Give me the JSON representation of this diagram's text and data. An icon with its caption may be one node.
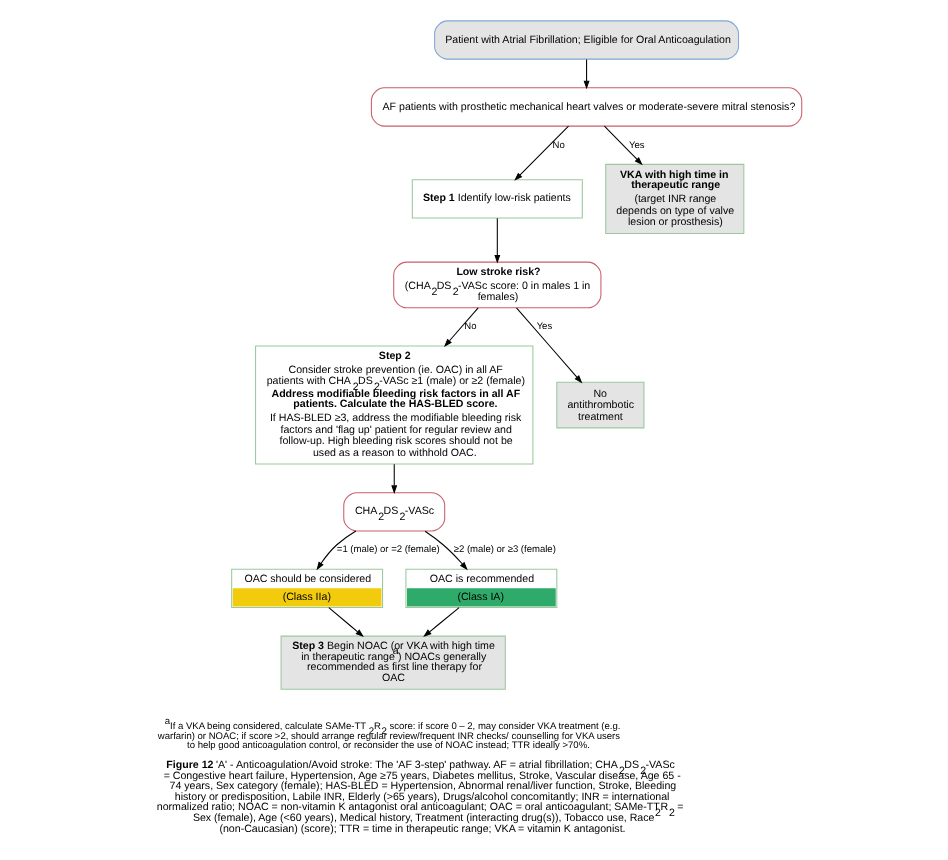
{
  "diagram": {
    "caption": "**Figure 12** 'A' - Anticoagulation/Avoid stroke: The 'AF 3-step' pathway. AF = atrial fibrillation; CHA$_{2}$DS$_{2}$-VASc = Congestive heart failure, Hypertension, Age ≥75 years, Diabetes mellitus, Stroke, Vascular disease, Age 65 - 74 years, Sex category (female); HAS-BLED = Hypertension, Abnormal renal/liver function, Stroke, Bleeding history or predisposition, Labile INR, Elderly (>65 years), Drugs/alcohol concomitantly; INR = international normalized ratio; NOAC = non-vitamin K antagonist oral anticoagulant; OAC = oral anticoagulant; SAMe-TT$_{2}$R$_{2}$ = Sex (female), Age (<60 years), Medical history, Treatment (interacting drug(s)), Tobacco use, Race (non-Caucasian) (score); TTR = time in therapeutic range; VKA = vitamin K antagonist.",
    "nodes": [
      {
        "text": [
          "Patient with Atrial Fibrillation; Eligible for Oral Anticoagulation"
        ]
      },
      {
        "text": [
          "AF patients with prosthetic mechanical heart valves or moderate-severe mitral stenosis?"
        ]
      },
      {
        "text": [
          "**Step 1** Identify low-risk patients"
        ]
      },
      {
        "text": [
          "VKA with high time in therapeutic range",
          "(target INR range depends on type of valve lesion or prosthesis)"
        ]
      },
      {
        "text": [
          "Low stroke risk?",
          "(CHA$_{2}$DS$_{2}$-VASc score: 0 in males 1 in females)"
        ]
      },
      {
        "text": [
          "Step 2",
          "Consider stroke prevention (ie. OAC) in all AF patients with CHA$_{2}$DS$_{2}$-VASc ≥1 (male) or ≥2 (female)",
          "Address modifiable bleeding risk factors in all AF patients. Calculate the HAS-BLED score.",
          "If HAS-BLED ≥3, address the modifiable bleeding risk factors and 'flag up' patient for regular review and follow-up. High bleeding risk scores should not be used as a reason to withhold OAC."
        ]
      },
      {
        "text": [
          "No antithrombotic treatment"
        ]
      },
      {
        "text": [
          "CHA$_{2}$DS$_{2}$-VASc"
        ]
      },
      {
        "text": [
          "OAC should be considered",
          "(Class IIa)"
        ]
      },
      {
        "text": [
          "OAC is recommended",
          "(Class IA)"
        ]
      },
      {
        "text": [
          "**Step 3** Begin NOAC (or VKA with high time in therapeutic range$^{a}$) NOACs generally recommended as first line therapy for OAC"
        ]
      }
    ],
    "edges": [
      {
        "from": 0,
        "to": 1,
        "arrow": "to"
      },
      {
        "from": 1,
        "to": 2,
        "arrow": "to",
        "label": "No"
      },
      {
        "from": 1,
        "to": 3,
        "arrow": "to",
        "label": "Yes"
      },
      {
        "from": 2,
        "to": 4,
        "arrow": "to"
      },
      {
        "from": 4,
        "to": 5,
        "arrow": "to",
        "label": "No"
      },
      {
        "from": 4,
        "to": 6,
        "arrow": "to",
        "label": "Yes"
      },
      {
        "from": 5,
        "to": 7,
        "arrow": "to"
      },
      {
        "from": 7,
        "to": 8,
        "arrow": "to",
        "label": "=1 (male) or =2 (female)"
      },
      {
        "from": 7,
        "to": 9,
        "arrow": "to",
        "label": "≥2 (male) or ≥3 (female)"
      },
      {
        "from": 8,
        "to": 10,
        "arrow": "to"
      },
      {
        "from": 9,
        "to": 10,
        "arrow": "to"
      }
    ],
    "labels": [
      "$^{a}$If a VKA being considered, calculate SAMe-TT$_{2}$R$_{2}$ score: if score 0 – 2, may consider VKA treatment (e.g. warfarin) or NOAC; if score >2, should arrange regular review/frequent INR checks/ counselling for VKA users to help good anticoagulation control, or reconsider the use of NOAC instead; TTR ideally >70%."
    ]
  }
}
